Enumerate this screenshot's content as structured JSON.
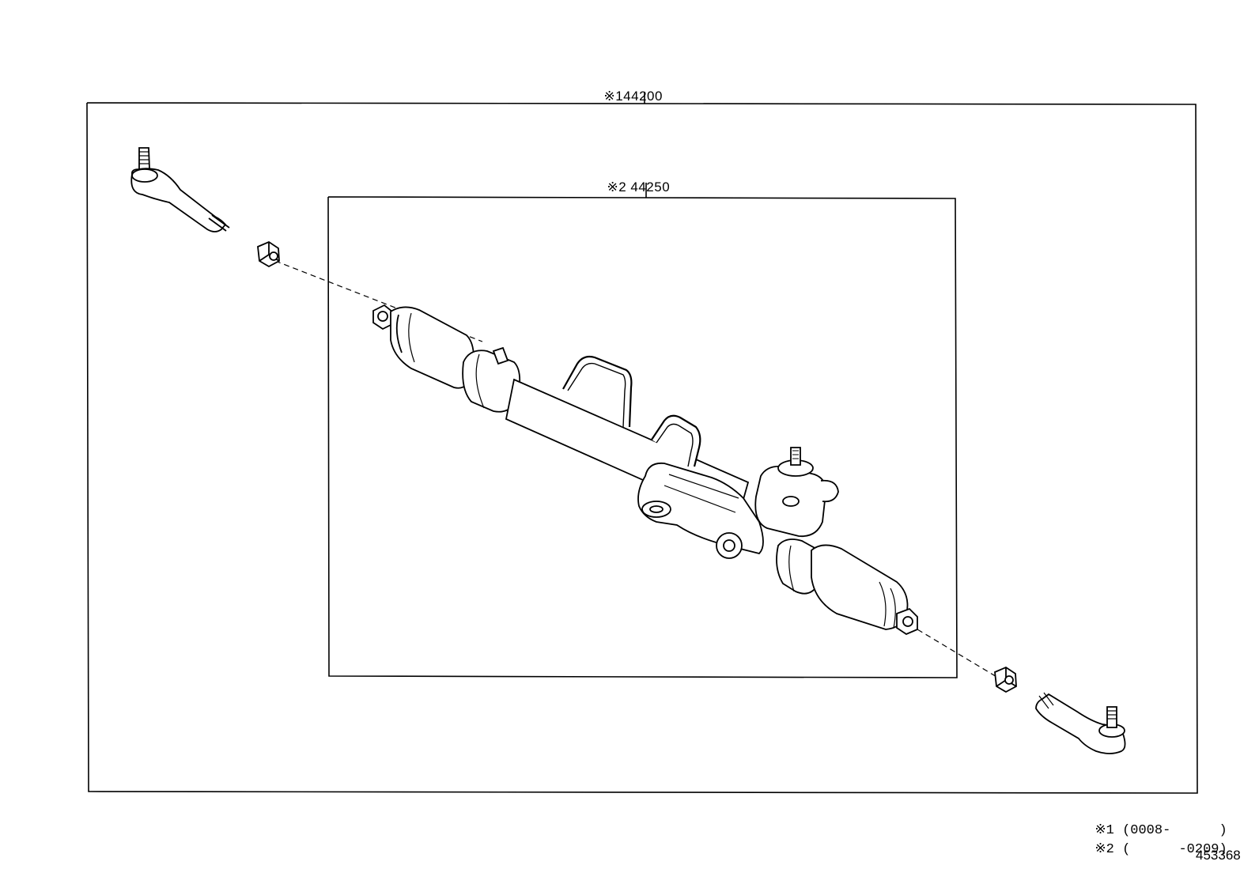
{
  "callouts": {
    "assembly": {
      "mark": "※1",
      "part_number": "44200"
    },
    "gear": {
      "mark": "※2",
      "part_number": "44250"
    }
  },
  "notes": [
    {
      "mark": "※1",
      "range": "(0008-      )"
    },
    {
      "mark": "※2",
      "range": "(      -0209)"
    }
  ],
  "figure_id": "453368"
}
